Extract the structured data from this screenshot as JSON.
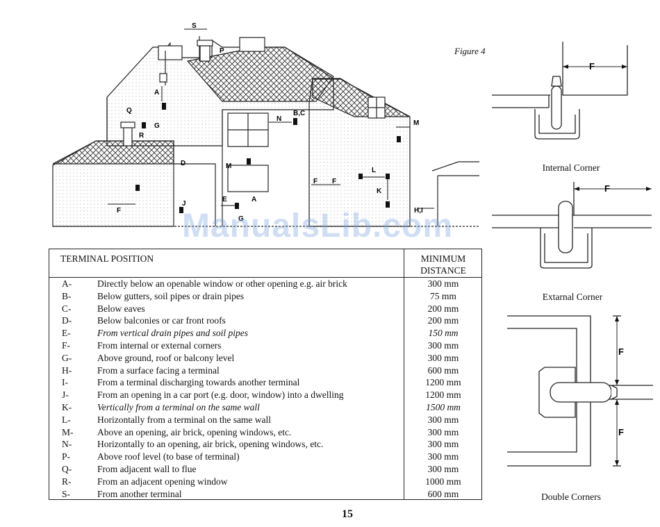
{
  "figure": {
    "label": "Figure 4"
  },
  "diagram_labels": {
    "s": "S",
    "p": "P",
    "a": "A",
    "q": "Q",
    "g": "G",
    "r": "R",
    "bc": "B,C",
    "n": "N",
    "m": "M",
    "d": "D",
    "ml": "M",
    "l": "L",
    "f1": "F",
    "f2": "F",
    "f3": "F",
    "k": "K",
    "j": "J",
    "e": "E",
    "a2": "A",
    "g2": "G",
    "hi": "H,I"
  },
  "watermark": "ManualsLib.com",
  "table": {
    "col_position": "TERMINAL POSITION",
    "col_distance_line1": "MINIMUM",
    "col_distance_line2": "DISTANCE",
    "rows": [
      {
        "code": "A-",
        "desc": "Directly below an openable window or other opening e.g. air brick",
        "dist": "300 mm"
      },
      {
        "code": "B-",
        "desc": "Below gutters, soil pipes or drain pipes",
        "dist": "75 mm"
      },
      {
        "code": "C-",
        "desc": "Below eaves",
        "dist": "200 mm"
      },
      {
        "code": "D-",
        "desc": "Below balconies or car front roofs",
        "dist": "200 mm"
      },
      {
        "code": "E-",
        "desc": "From vertical drain pipes and soil pipes",
        "dist": "150 mm"
      },
      {
        "code": "F-",
        "desc": "From internal or external corners",
        "dist": "300 mm"
      },
      {
        "code": "G-",
        "desc": "Above ground, roof or balcony level",
        "dist": "300 mm"
      },
      {
        "code": "H-",
        "desc": "From a surface facing a terminal",
        "dist": "600 mm"
      },
      {
        "code": "I-",
        "desc": "From a terminal discharging towards another terminal",
        "dist": "1200 mm"
      },
      {
        "code": "J-",
        "desc": "From an opening in a car port (e.g. door, window) into a dwelling",
        "dist": "1200 mm"
      },
      {
        "code": "K-",
        "desc": "Vertically from a terminal on the same wall",
        "dist": "1500 mm"
      },
      {
        "code": "L-",
        "desc": "Horizontally from a terminal on the same wall",
        "dist": "300 mm"
      },
      {
        "code": "M-",
        "desc": "Above an opening, air brick, opening windows, etc.",
        "dist": "300 mm"
      },
      {
        "code": "N-",
        "desc": "Horizontally to an opening, air brick, opening windows, etc.",
        "dist": "300 mm"
      },
      {
        "code": "P-",
        "desc": "Above roof level (to base of terminal)",
        "dist": "300 mm"
      },
      {
        "code": "Q-",
        "desc": "From adjacent wall to flue",
        "dist": "300 mm"
      },
      {
        "code": "R-",
        "desc": "From an adjacent opening window",
        "dist": "1000 mm"
      },
      {
        "code": "S-",
        "desc": "From another terminal",
        "dist": "600 mm"
      }
    ]
  },
  "corners": {
    "internal": {
      "caption": "Internal Corner",
      "label": "F"
    },
    "external": {
      "caption": "Extarnal Corner",
      "label": "F"
    },
    "double": {
      "caption": "Double Corners",
      "label_top": "F",
      "label_bottom": "F"
    }
  },
  "page_number": "15"
}
